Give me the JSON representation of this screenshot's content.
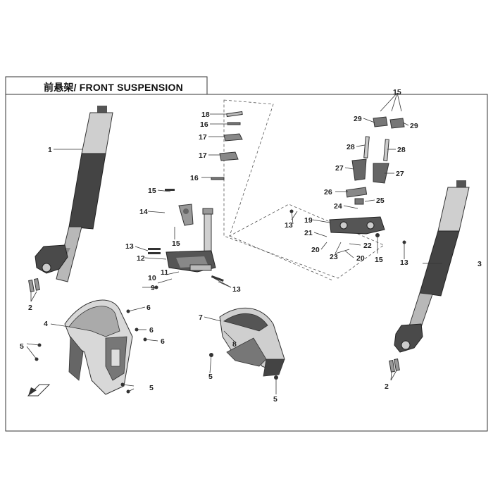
{
  "title": "前悬架/ FRONT SUSPENSION",
  "callouts": {
    "c1": "1",
    "c2a": "2",
    "c2b": "2",
    "c3": "3",
    "c4": "4",
    "c5a": "5",
    "c5b": "5",
    "c5c": "5",
    "c5d": "5",
    "c6a": "6",
    "c6b": "6",
    "c6c": "6",
    "c7": "7",
    "c8": "8",
    "c9": "9",
    "c10": "10",
    "c11": "11",
    "c12": "12",
    "c13a": "13",
    "c13b": "13",
    "c13c": "13",
    "c13d": "13",
    "c14": "14",
    "c15a": "15",
    "c15b": "15",
    "c15c": "15",
    "c15d": "15",
    "c16a": "16",
    "c16b": "16",
    "c17a": "17",
    "c17b": "17",
    "c18": "18",
    "c19": "19",
    "c20a": "20",
    "c20b": "20",
    "c21": "21",
    "c22": "22",
    "c23": "23",
    "c24": "24",
    "c25": "25",
    "c26": "26",
    "c27a": "27",
    "c27b": "27",
    "c28a": "28",
    "c28b": "28",
    "c29a": "29",
    "c29b": "29"
  },
  "colors": {
    "line": "#333333",
    "part_dark": "#3a3a3a",
    "part_mid": "#8a8a8a",
    "part_light": "#cfcfcf"
  }
}
